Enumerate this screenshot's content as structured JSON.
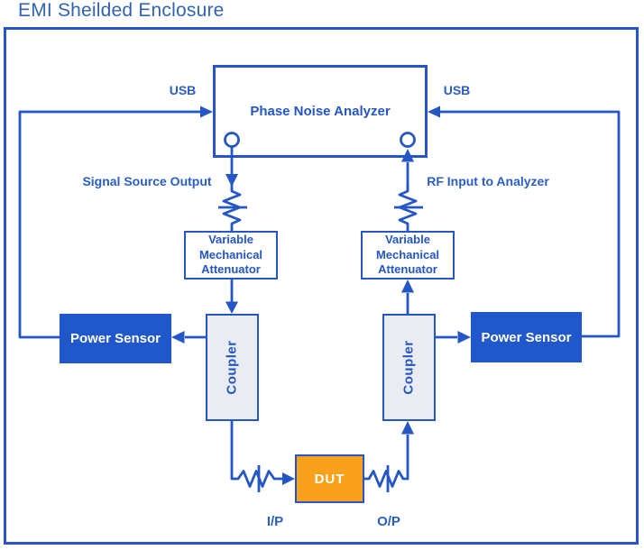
{
  "title": "EMI Sheilded Enclosure",
  "colors": {
    "line_blue": "#2456c5",
    "label_blue": "#2b5ec5",
    "title_blue": "#3263b3",
    "power_sensor_fill": "#2057cb",
    "dut_fill": "#f9a11d",
    "coupler_fill": "#ebecf2",
    "background": "#ffffff"
  },
  "labels": {
    "analyzer": "Phase Noise Analyzer",
    "usb_left": "USB",
    "usb_right": "USB",
    "signal_source_output": "Signal Source Output",
    "rf_input_to_analyzer": "RF Input to Analyzer",
    "attenuator_left": "Variable Mechanical Attenuator",
    "attenuator_right": "Variable Mechanical Attenuator",
    "coupler_left": "Coupler",
    "coupler_right": "Coupler",
    "power_sensor_left": "Power Sensor",
    "power_sensor_right": "Power Sensor",
    "dut": "DUT",
    "input_port": "I/P",
    "output_port": "O/P"
  }
}
